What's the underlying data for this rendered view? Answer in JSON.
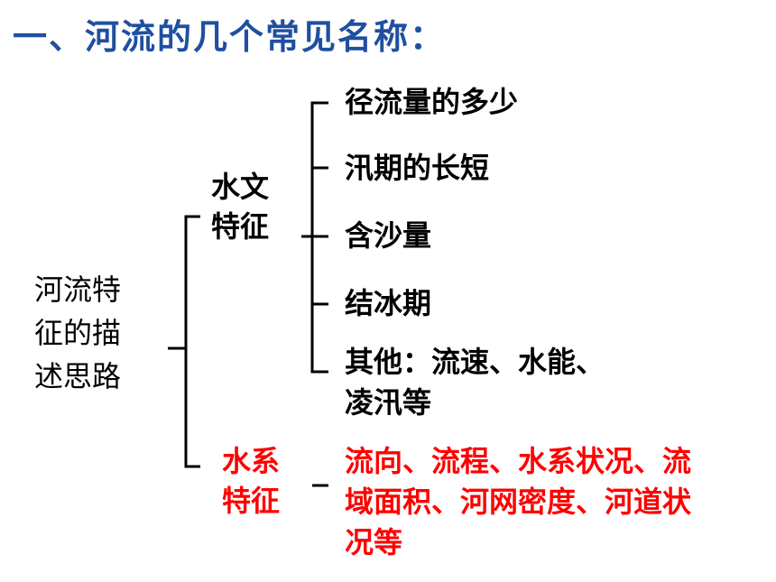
{
  "title": "一、河流的几个常见名称：",
  "root": {
    "lines": [
      "河流特",
      "征的描",
      "述思路"
    ]
  },
  "hydrology": {
    "label": [
      "水文",
      "特征"
    ],
    "items": [
      "径流量的多少",
      "汛期的长短",
      "含沙量",
      "结冰期",
      "其他：流速、水能、",
      "凌汛等"
    ]
  },
  "water_system": {
    "label": [
      "水系",
      "特征"
    ],
    "detail": [
      "流向、流程、水系状况、流",
      "域面积、河网密度、河道状",
      "况等"
    ]
  },
  "colors": {
    "title": "#1f4fa0",
    "highlight": "#ff0000",
    "text": "#000000"
  }
}
